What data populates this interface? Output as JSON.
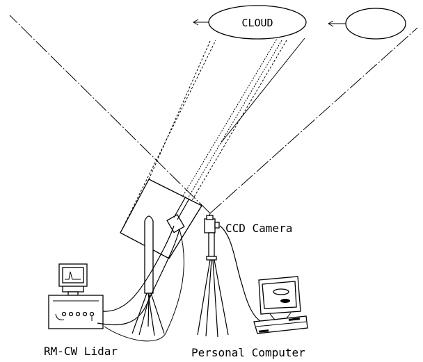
{
  "labels": {
    "cloud": "CLOUD",
    "ccd_camera": "CCD Camera",
    "lidar": "RM-CW Lidar",
    "computer": "Personal Computer"
  }
}
